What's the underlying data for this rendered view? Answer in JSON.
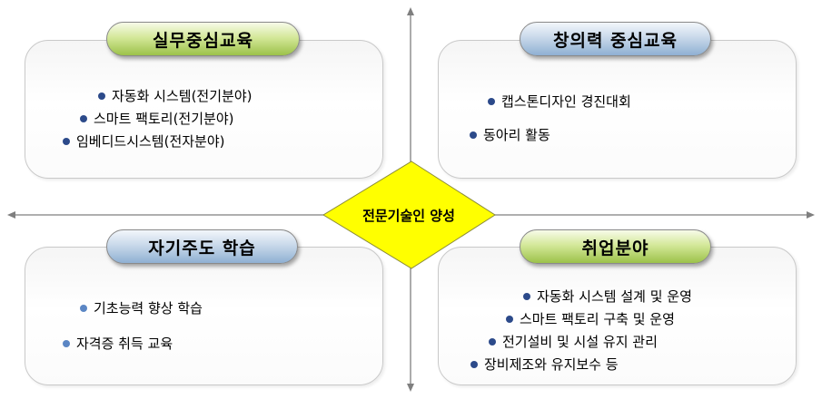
{
  "center": {
    "label": "전문기술인 양성"
  },
  "quadrants": {
    "top_left": {
      "title": "실무중심교육",
      "items": [
        "자동화 시스템(전기분야)",
        "스마트 팩토리(전기분야)",
        "임베디드시스템(전자분야)"
      ]
    },
    "top_right": {
      "title": "창의력 중심교육",
      "items": [
        "캡스톤디자인 경진대회",
        "동아리 활동"
      ]
    },
    "bottom_left": {
      "title": "자기주도 학습",
      "items": [
        "기초능력 향상 학습",
        "자격증 취득 교육"
      ]
    },
    "bottom_right": {
      "title": "취업분야",
      "items": [
        "자동화 시스템 설계 및 운영",
        "스마트 팩토리 구축 및 운영",
        "전기설비 및 시설 유지 관리",
        "장비제조와 유지보수 등"
      ]
    }
  },
  "colors": {
    "green_pill": "#9cc24a",
    "blue_pill": "#8fb0d3",
    "diamond": "#ffff00",
    "bullet": "#2c4a8a",
    "axis": "#7f7f7f"
  }
}
